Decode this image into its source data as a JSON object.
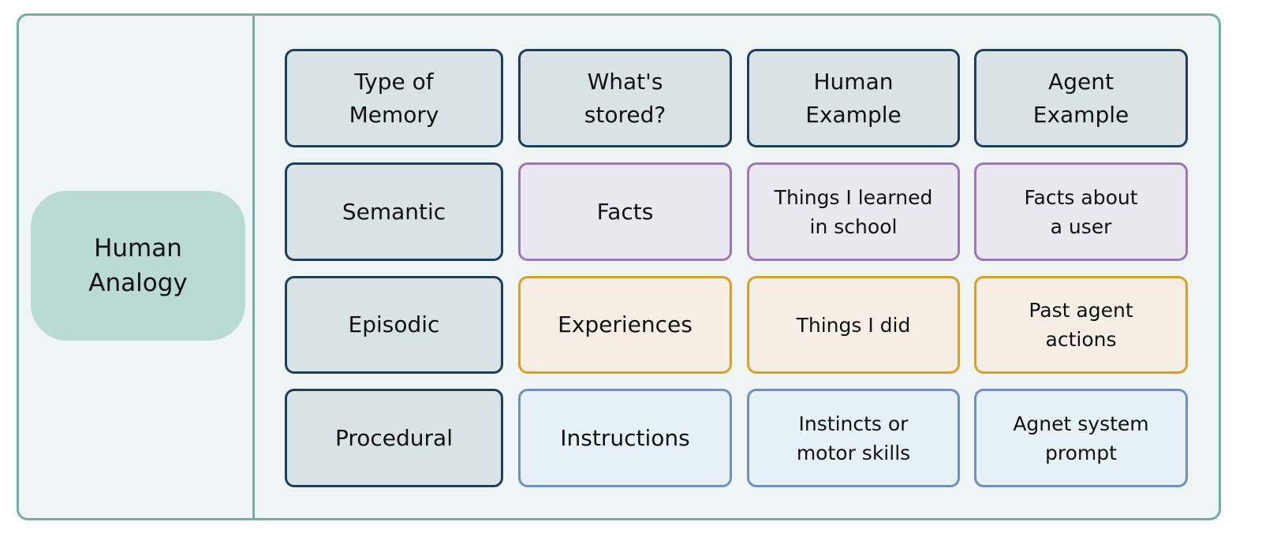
{
  "sidebar": {
    "label": "Human\nAnalogy"
  },
  "colors": {
    "frame_border": "#6fb1a2",
    "frame_bg": "#eff5f5",
    "pill_bg": "#badbd4",
    "header_border": "#1e3e5c",
    "header_bg": "#d9e3e6",
    "semantic_border": "#9b77b4",
    "semantic_bg": "#e9e7f0",
    "episodic_border": "#dba021",
    "episodic_bg": "#f6eee5",
    "procedural_border": "#6f8fc4",
    "procedural_bg": "#e6f0f7"
  },
  "table": {
    "headers": [
      "Type of\nMemory",
      "What's\nstored?",
      "Human\nExample",
      "Agent\nExample"
    ],
    "rows": [
      {
        "type": "Semantic",
        "stored": "Facts",
        "human": "Things I learned\nin school",
        "agent": "Facts about\na user"
      },
      {
        "type": "Episodic",
        "stored": "Experiences",
        "human": "Things I did",
        "agent": "Past agent\nactions"
      },
      {
        "type": "Procedural",
        "stored": "Instructions",
        "human": "Instincts or\nmotor skills",
        "agent": "Agnet system\nprompt"
      }
    ]
  }
}
